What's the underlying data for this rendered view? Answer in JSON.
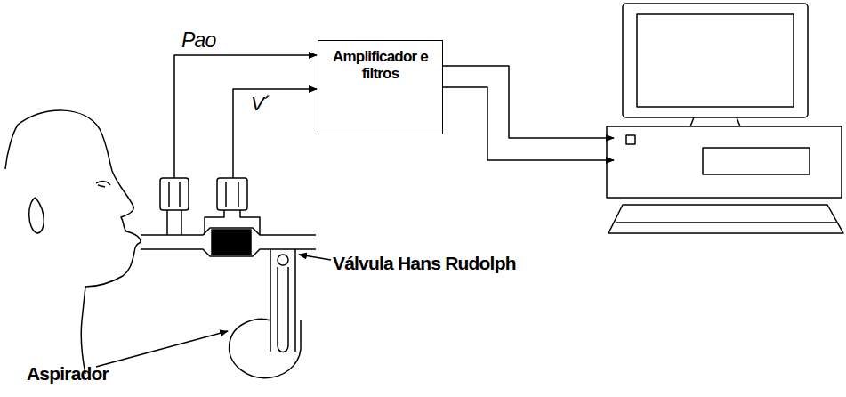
{
  "diagram": {
    "nodes": [
      {
        "text": [
          "Amplificador e filtros"
        ]
      }
    ],
    "labels": [
      "Pao",
      "V´",
      "Válvula Hans Rudolph",
      "Aspirador"
    ]
  }
}
